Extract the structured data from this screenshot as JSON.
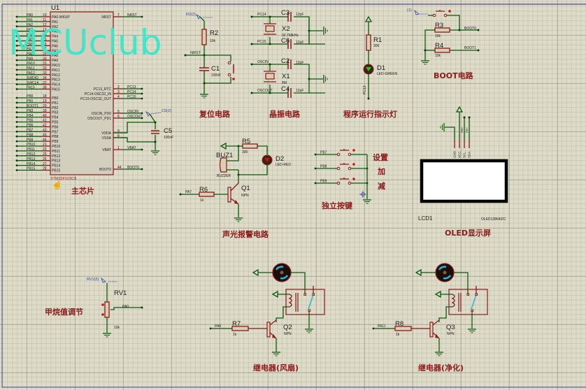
{
  "watermark": "MCUclub",
  "colors": {
    "wire": "#0d5a0d",
    "component": "#8b1a1a",
    "label_cn": "#8b1a1a",
    "grid_bg": "#dedcc9",
    "watermark": "#3ce6c8",
    "border": "#4a4aa0"
  },
  "mcu": {
    "ref": "U1",
    "part": "STM32F103C8",
    "caption": "主芯片",
    "left_pins_a": [
      {
        "net": "PA0",
        "num": "10",
        "name": "PA0-WKUP"
      },
      {
        "net": "PA1",
        "num": "11",
        "name": "PA1"
      },
      {
        "net": "PA2",
        "num": "12",
        "name": "PA2"
      },
      {
        "net": "PA3",
        "num": "13",
        "name": "PA3"
      },
      {
        "net": "PA4",
        "num": "14",
        "name": "PA4"
      },
      {
        "net": "PA5",
        "num": "15",
        "name": "PA5"
      },
      {
        "net": "PA6",
        "num": "16",
        "name": "PA6"
      },
      {
        "net": "PA7",
        "num": "17",
        "name": "PA7"
      },
      {
        "net": "PA8",
        "num": "29",
        "name": "PA8"
      },
      {
        "net": "PA9",
        "num": "30",
        "name": "PA9"
      },
      {
        "net": "PA10",
        "num": "31",
        "name": "PA10"
      },
      {
        "net": "PA11",
        "num": "32",
        "name": "PA11"
      },
      {
        "net": "PA12",
        "num": "33",
        "name": "PA12"
      },
      {
        "net": "SWDIO",
        "num": "34",
        "name": "PA13"
      },
      {
        "net": "SWCLK",
        "num": "37",
        "name": "PA14"
      },
      {
        "net": "PA15",
        "num": "38",
        "name": "PA15"
      }
    ],
    "left_pins_b": [
      {
        "net": "PB0",
        "num": "18",
        "name": "PB0"
      },
      {
        "net": "PB1",
        "num": "19",
        "name": "PB1"
      },
      {
        "net": "BOOT1",
        "num": "20",
        "name": "PB2"
      },
      {
        "net": "PB3",
        "num": "39",
        "name": "PB3"
      },
      {
        "net": "PB4",
        "num": "40",
        "name": "PB4"
      },
      {
        "net": "PB5",
        "num": "41",
        "name": "PB5"
      },
      {
        "net": "PB6",
        "num": "42",
        "name": "PB6"
      },
      {
        "net": "PB7",
        "num": "43",
        "name": "PB7"
      },
      {
        "net": "PB8",
        "num": "45",
        "name": "PB8"
      },
      {
        "net": "PB9",
        "num": "46",
        "name": "PB9"
      },
      {
        "net": "PB10",
        "num": "21",
        "name": "PB10"
      },
      {
        "net": "PB11",
        "num": "22",
        "name": "PB11"
      },
      {
        "net": "PB12",
        "num": "25",
        "name": "PB12"
      },
      {
        "net": "PB13",
        "num": "26",
        "name": "PB13"
      },
      {
        "net": "PB14",
        "num": "27",
        "name": "PB14"
      },
      {
        "net": "PB15",
        "num": "28",
        "name": "PB15"
      }
    ],
    "right_pins": [
      {
        "net": "NRST",
        "num": "7",
        "name": "NRST"
      },
      {
        "net": "PC13",
        "num": "2",
        "name": "PC13_RTC"
      },
      {
        "net": "PC14",
        "num": "3",
        "name": "PC14-OSC32_IN"
      },
      {
        "net": "PC15",
        "num": "4",
        "name": "PC15-OSC32_OUT"
      },
      {
        "net": "OSCIN",
        "num": "5",
        "name": "OSCIN_PD0"
      },
      {
        "net": "OSCOUT",
        "num": "6",
        "name": "OSCOUT_PD1"
      },
      {
        "net": "",
        "num": "9",
        "name": "VDDA"
      },
      {
        "net": "",
        "num": "8",
        "name": "VSSA"
      },
      {
        "net": "VBAT",
        "num": "1",
        "name": "VBAT"
      },
      {
        "net": "BOOT0",
        "num": "44",
        "name": "BOOT0"
      }
    ],
    "c5": {
      "ref": "C5",
      "value": "100nF",
      "probe": "C5(2)"
    }
  },
  "reset": {
    "caption": "复位电路",
    "probe": "R2(2)",
    "r_ref": "R2",
    "r_val": "10k",
    "c_ref": "C1",
    "c_val": "100nF",
    "net": "NRST"
  },
  "crystal": {
    "caption": "晶振电路",
    "x2": {
      "ref": "X2",
      "value": "32.768kHz",
      "net_in": "PC14",
      "net_out": "PC15",
      "c_in": "C3",
      "c_out": "C6",
      "c_val": "12pF"
    },
    "x1": {
      "ref": "X1",
      "value": "8M",
      "net_in": "OSCIN",
      "net_out": "OSCOUT",
      "c_in": "C2",
      "c_out": "C4",
      "c_val": "12pF"
    }
  },
  "led_run": {
    "caption": "程序运行指示灯",
    "r_ref": "R1",
    "r_val": "300",
    "d_ref": "D1",
    "d_val": "LED-GREEN",
    "net": "PC13"
  },
  "boot": {
    "caption": "BOOT电路",
    "probe": "(1)",
    "r3": "R3",
    "r4": "R4",
    "r_val": "10k",
    "net0": "BOOT0",
    "net1": "BOOT1"
  },
  "alarm": {
    "caption": "声光报警电路",
    "buz_ref": "BUZ1",
    "buz_val": "BUZZER",
    "r5": "R5",
    "r5_val": "300",
    "d2": "D2",
    "d2_val": "LED-RED",
    "r6": "R6",
    "r6_val": "1k",
    "q": "Q1",
    "q_val": "NPN",
    "net": "PA7"
  },
  "keys": {
    "caption": "独立按键",
    "nets": [
      "PB7",
      "PB8",
      "PB9"
    ],
    "labels": [
      "设置",
      "加",
      "减"
    ]
  },
  "oled": {
    "caption": "OLED显示屏",
    "ref": "LCD1",
    "part": "OLED12864I2C",
    "pins": [
      "GND",
      "VCC",
      "SCL",
      "SDA"
    ],
    "nets": [
      "PB7",
      "PB6"
    ]
  },
  "pot": {
    "caption": "甲烷值调节",
    "probe": "RV1(2)",
    "ref": "RV1",
    "value": "10k",
    "net": "PA0"
  },
  "relay_fan": {
    "caption": "继电器(风扇)",
    "r": "R7",
    "r_val": "1k",
    "q": "Q2",
    "q_val": "NPN",
    "net": "PA8"
  },
  "relay_purify": {
    "caption": "继电器(净化)",
    "r": "R8",
    "r_val": "1k",
    "q": "Q3",
    "q_val": "NPN",
    "net": "PA11"
  }
}
